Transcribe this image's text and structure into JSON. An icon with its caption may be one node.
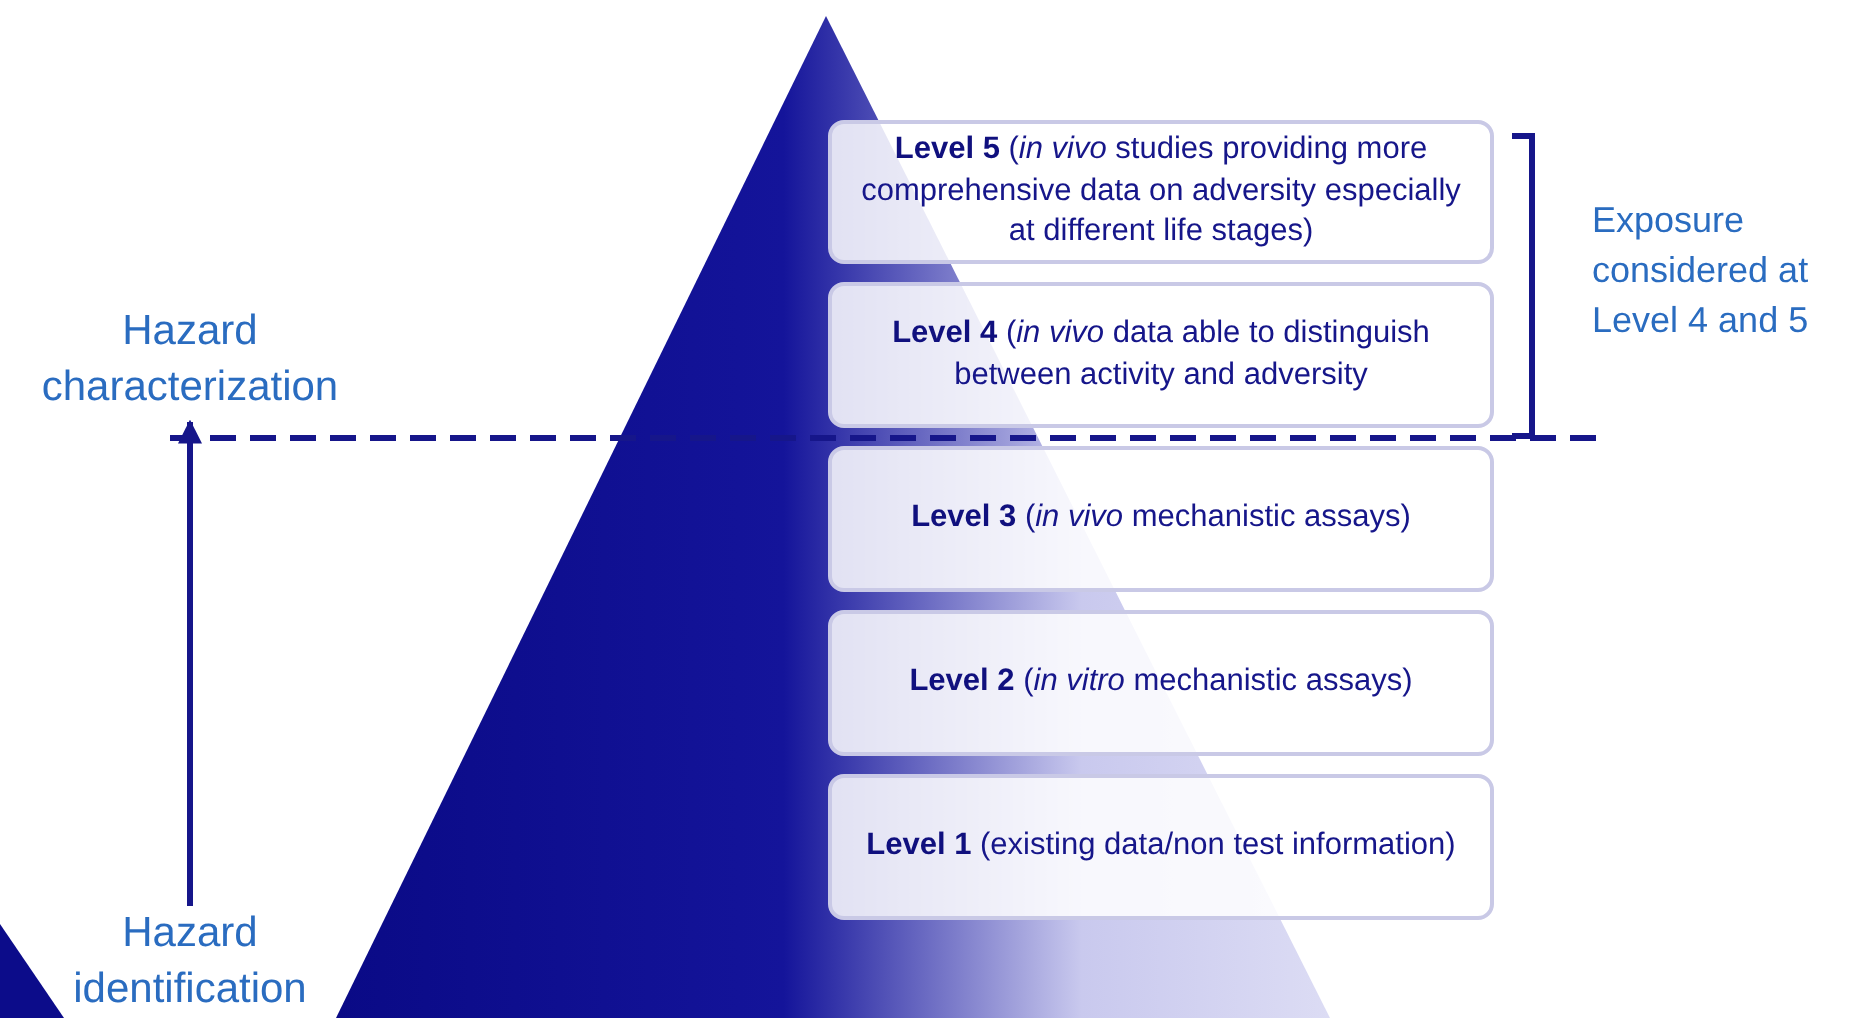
{
  "diagram": {
    "nodes": [
      {
        "text": [
          "**Level 5** (*in vivo* studies providing more comprehensive data on adversity especially at different life stages)"
        ]
      },
      {
        "text": [
          "**Level 4** (*in vivo* data able to distinguish between activity and adversity"
        ]
      },
      {
        "text": [
          "**Level 3** (*in vivo* mechanistic assays)"
        ]
      },
      {
        "text": [
          "**Level 2** (*in vitro* mechanistic assays)"
        ]
      },
      {
        "text": [
          "**Level 1** (existing data/non test information)"
        ]
      },
      {
        "text": [
          "Hazard identification"
        ]
      },
      {
        "text": [
          "Hazard characterization"
        ]
      }
    ],
    "edges": [
      {
        "from": 5,
        "to": 6,
        "arrow": "to"
      }
    ],
    "labels": [
      "Exposure considered at Level 4 and 5"
    ]
  }
}
